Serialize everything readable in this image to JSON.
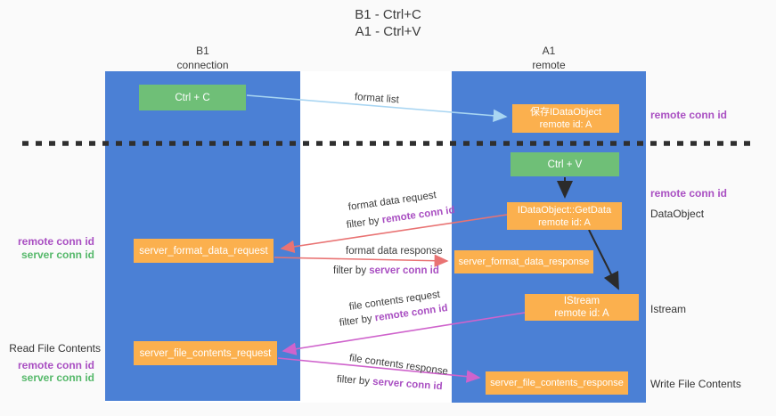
{
  "title": {
    "line1": "B1 - Ctrl+C",
    "line2": "A1 - Ctrl+V"
  },
  "columns": {
    "left": {
      "name": "B1",
      "subtitle": "connection"
    },
    "right": {
      "name": "A1",
      "subtitle": "remote"
    }
  },
  "nodes": {
    "ctrl_c": {
      "label": "Ctrl + C"
    },
    "ctrl_v": {
      "label": "Ctrl + V"
    },
    "save_idataobject": {
      "line1": "保存IDataObject",
      "line2": "remote id: A"
    },
    "getdata": {
      "line1": "IDataObject::GetData",
      "line2": "remote id: A"
    },
    "istream": {
      "line1": "IStream",
      "line2": "remote id: A"
    },
    "server_format_data_request": {
      "label": "server_format_data_request"
    },
    "server_format_data_response": {
      "label": "server_format_data_response"
    },
    "server_file_contents_request": {
      "label": "server_file_contents_request"
    },
    "server_file_contents_response": {
      "label": "server_file_contents_response"
    }
  },
  "edge_labels": {
    "format_list": "format list",
    "format_data_request": "format data request",
    "format_data_response": "format data response",
    "file_contents_request": "file contents request",
    "file_contents_response": "file contents response",
    "filter_prefix": "filter by ",
    "remote_conn_id": "remote conn id",
    "server_conn_id": "server conn id"
  },
  "side_labels": {
    "remote_conn_id": "remote conn id",
    "server_conn_id": "server conn id",
    "dataobject": "DataObject",
    "istream": "Istream",
    "read_file_contents": "Read File Contents",
    "write_file_contents": "Write File Contents"
  },
  "colors": {
    "column_blue": "#4b80d5",
    "box_orange": "#fbb04e",
    "box_green": "#6fbf77",
    "arrow_red": "#e97373",
    "arrow_magenta": "#cf63cc",
    "arrow_lightblue": "#a8d5f2",
    "arrow_black": "#2b2b2b",
    "text_purple": "#a94fc2",
    "text_green": "#55b86a",
    "dashed_line": "#2f2f2f"
  }
}
